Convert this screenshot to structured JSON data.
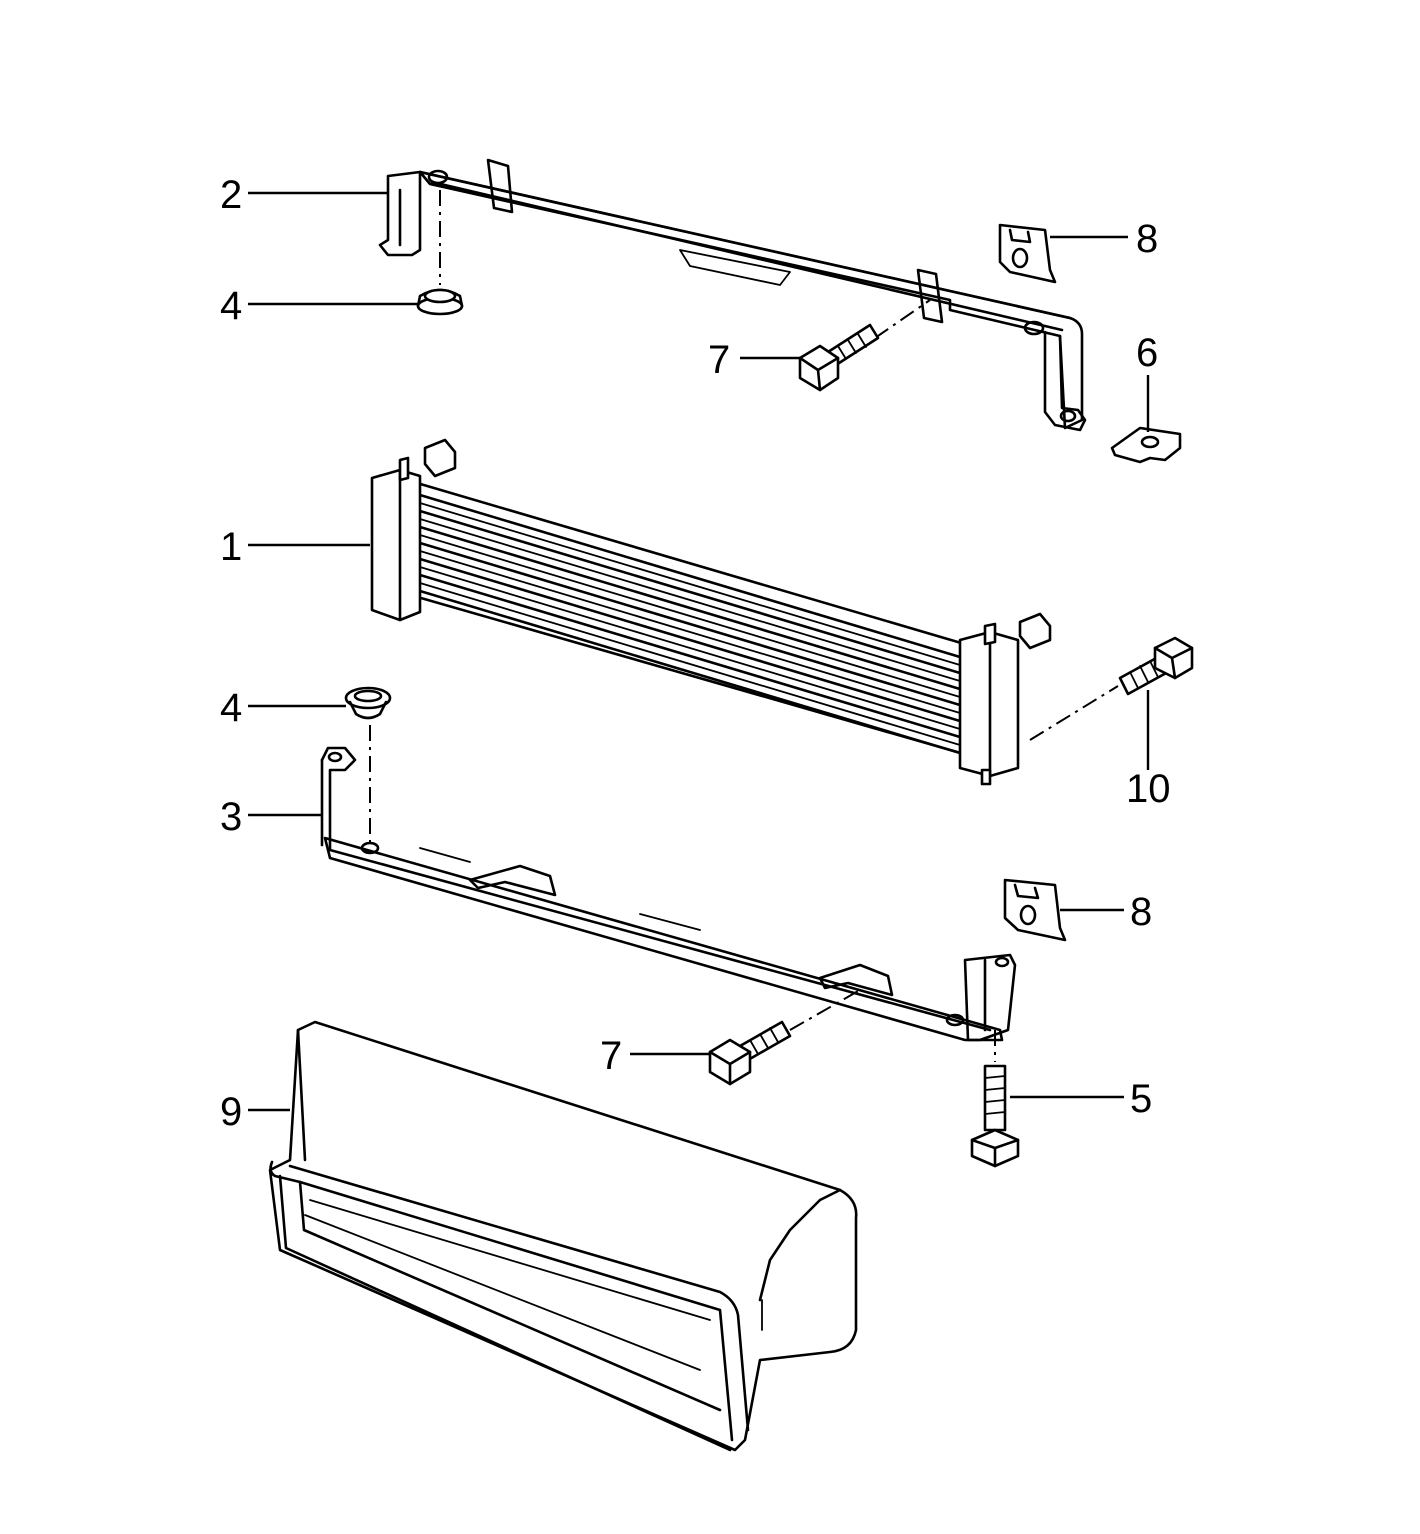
{
  "callouts": [
    {
      "id": "c1",
      "text": "1"
    },
    {
      "id": "c2",
      "text": "2"
    },
    {
      "id": "c3",
      "text": "3"
    },
    {
      "id": "c4a",
      "text": "4"
    },
    {
      "id": "c4b",
      "text": "4"
    },
    {
      "id": "c5",
      "text": "5"
    },
    {
      "id": "c6",
      "text": "6"
    },
    {
      "id": "c7a",
      "text": "7"
    },
    {
      "id": "c7b",
      "text": "7"
    },
    {
      "id": "c8a",
      "text": "8"
    },
    {
      "id": "c8b",
      "text": "8"
    },
    {
      "id": "c9",
      "text": "9"
    },
    {
      "id": "c10",
      "text": "10"
    }
  ]
}
